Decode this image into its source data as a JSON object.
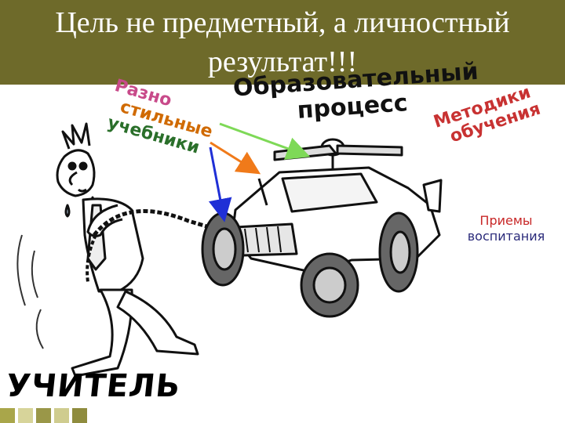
{
  "title": {
    "line1": "Цель не предметный, а личностный",
    "line2": "результат!!!"
  },
  "labels": {
    "process_line1": "Образовательный",
    "process_line2": "процесс",
    "diff_line1": "Разно",
    "diff_line2": "стильные",
    "diff_line3": "учебники",
    "methods_line1": "Методики",
    "methods_line2": "обучения",
    "upbringing_line1": "Приемы",
    "upbringing_line2": "воспитания",
    "teacher": "УЧИТЕЛЬ"
  },
  "colors": {
    "title_bar": "#6e6a2a",
    "arrow_blue": "#1f2fd6",
    "arrow_orange": "#f07a1a",
    "arrow_green": "#7ed957",
    "footer_squares": [
      "#a9a64a",
      "#d7d49a",
      "#9a9748",
      "#cfcc8f",
      "#8f8c3e"
    ]
  }
}
